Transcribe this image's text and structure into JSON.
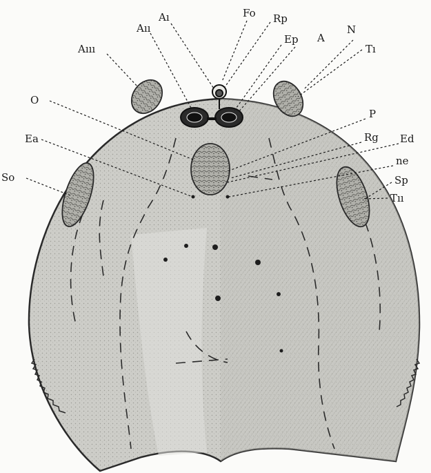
{
  "figure": {
    "colors": {
      "background": "#fbfbf9",
      "shield_fill": "#cfcfcb",
      "shield_dark": "#b4b4ae",
      "outline": "#2a2a2a",
      "organ_fill": "#a9a9a3"
    },
    "labels": {
      "A_I": "Aı",
      "Fo": "Fo",
      "Rp": "Rp",
      "A_II": "Aıı",
      "Ep": "Ep",
      "A": "A",
      "N": "N",
      "A_III": "Aııı",
      "T_I": "Tı",
      "O": "O",
      "P": "P",
      "Ed": "Ed",
      "Rg": "Rg",
      "ne": "ne",
      "Ea": "Ea",
      "So": "So",
      "Sp": "Sp",
      "T_II": "Tıı"
    }
  }
}
